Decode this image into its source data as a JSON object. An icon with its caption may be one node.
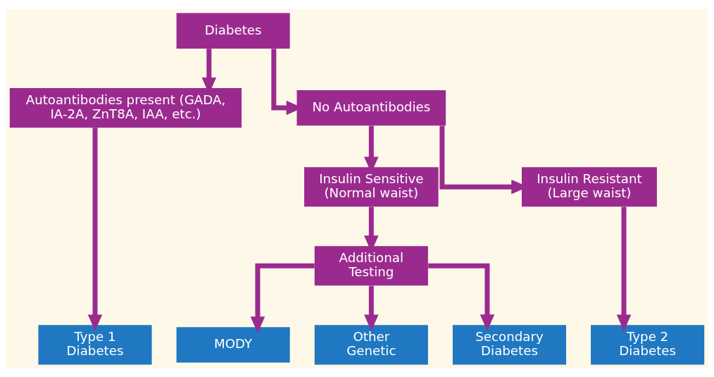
{
  "diagram": {
    "nodes": [
      {
        "text": [
          "Diabetes"
        ]
      },
      {
        "text": [
          "Autoantibodies present (GADA, IA-2A, ZnT8A, IAA, etc.)"
        ]
      },
      {
        "text": [
          "No Autoantibodies"
        ]
      },
      {
        "text": [
          "Insulin Sensitive (Normal waist)"
        ]
      },
      {
        "text": [
          "Insulin Resistant (Large waist)"
        ]
      },
      {
        "text": [
          "Additional Testing"
        ]
      },
      {
        "text": [
          "Type 1 Diabetes"
        ]
      },
      {
        "text": [
          "MODY"
        ]
      },
      {
        "text": [
          "Other Genetic"
        ]
      },
      {
        "text": [
          "Secondary Diabetes"
        ]
      },
      {
        "text": [
          "Type 2 Diabetes"
        ]
      }
    ],
    "edges": [
      {
        "from": 0,
        "to": 1,
        "arrow": "to"
      },
      {
        "from": 0,
        "to": 2,
        "arrow": "to"
      },
      {
        "from": 1,
        "to": 6,
        "arrow": "to"
      },
      {
        "from": 2,
        "to": 3,
        "arrow": "to"
      },
      {
        "from": 2,
        "to": 4,
        "arrow": "to"
      },
      {
        "from": 3,
        "to": 5,
        "arrow": "to"
      },
      {
        "from": 4,
        "to": 10,
        "arrow": "to"
      },
      {
        "from": 5,
        "to": 7,
        "arrow": "to"
      },
      {
        "from": 5,
        "to": 8,
        "arrow": "to"
      },
      {
        "from": 5,
        "to": 9,
        "arrow": "to"
      }
    ]
  }
}
